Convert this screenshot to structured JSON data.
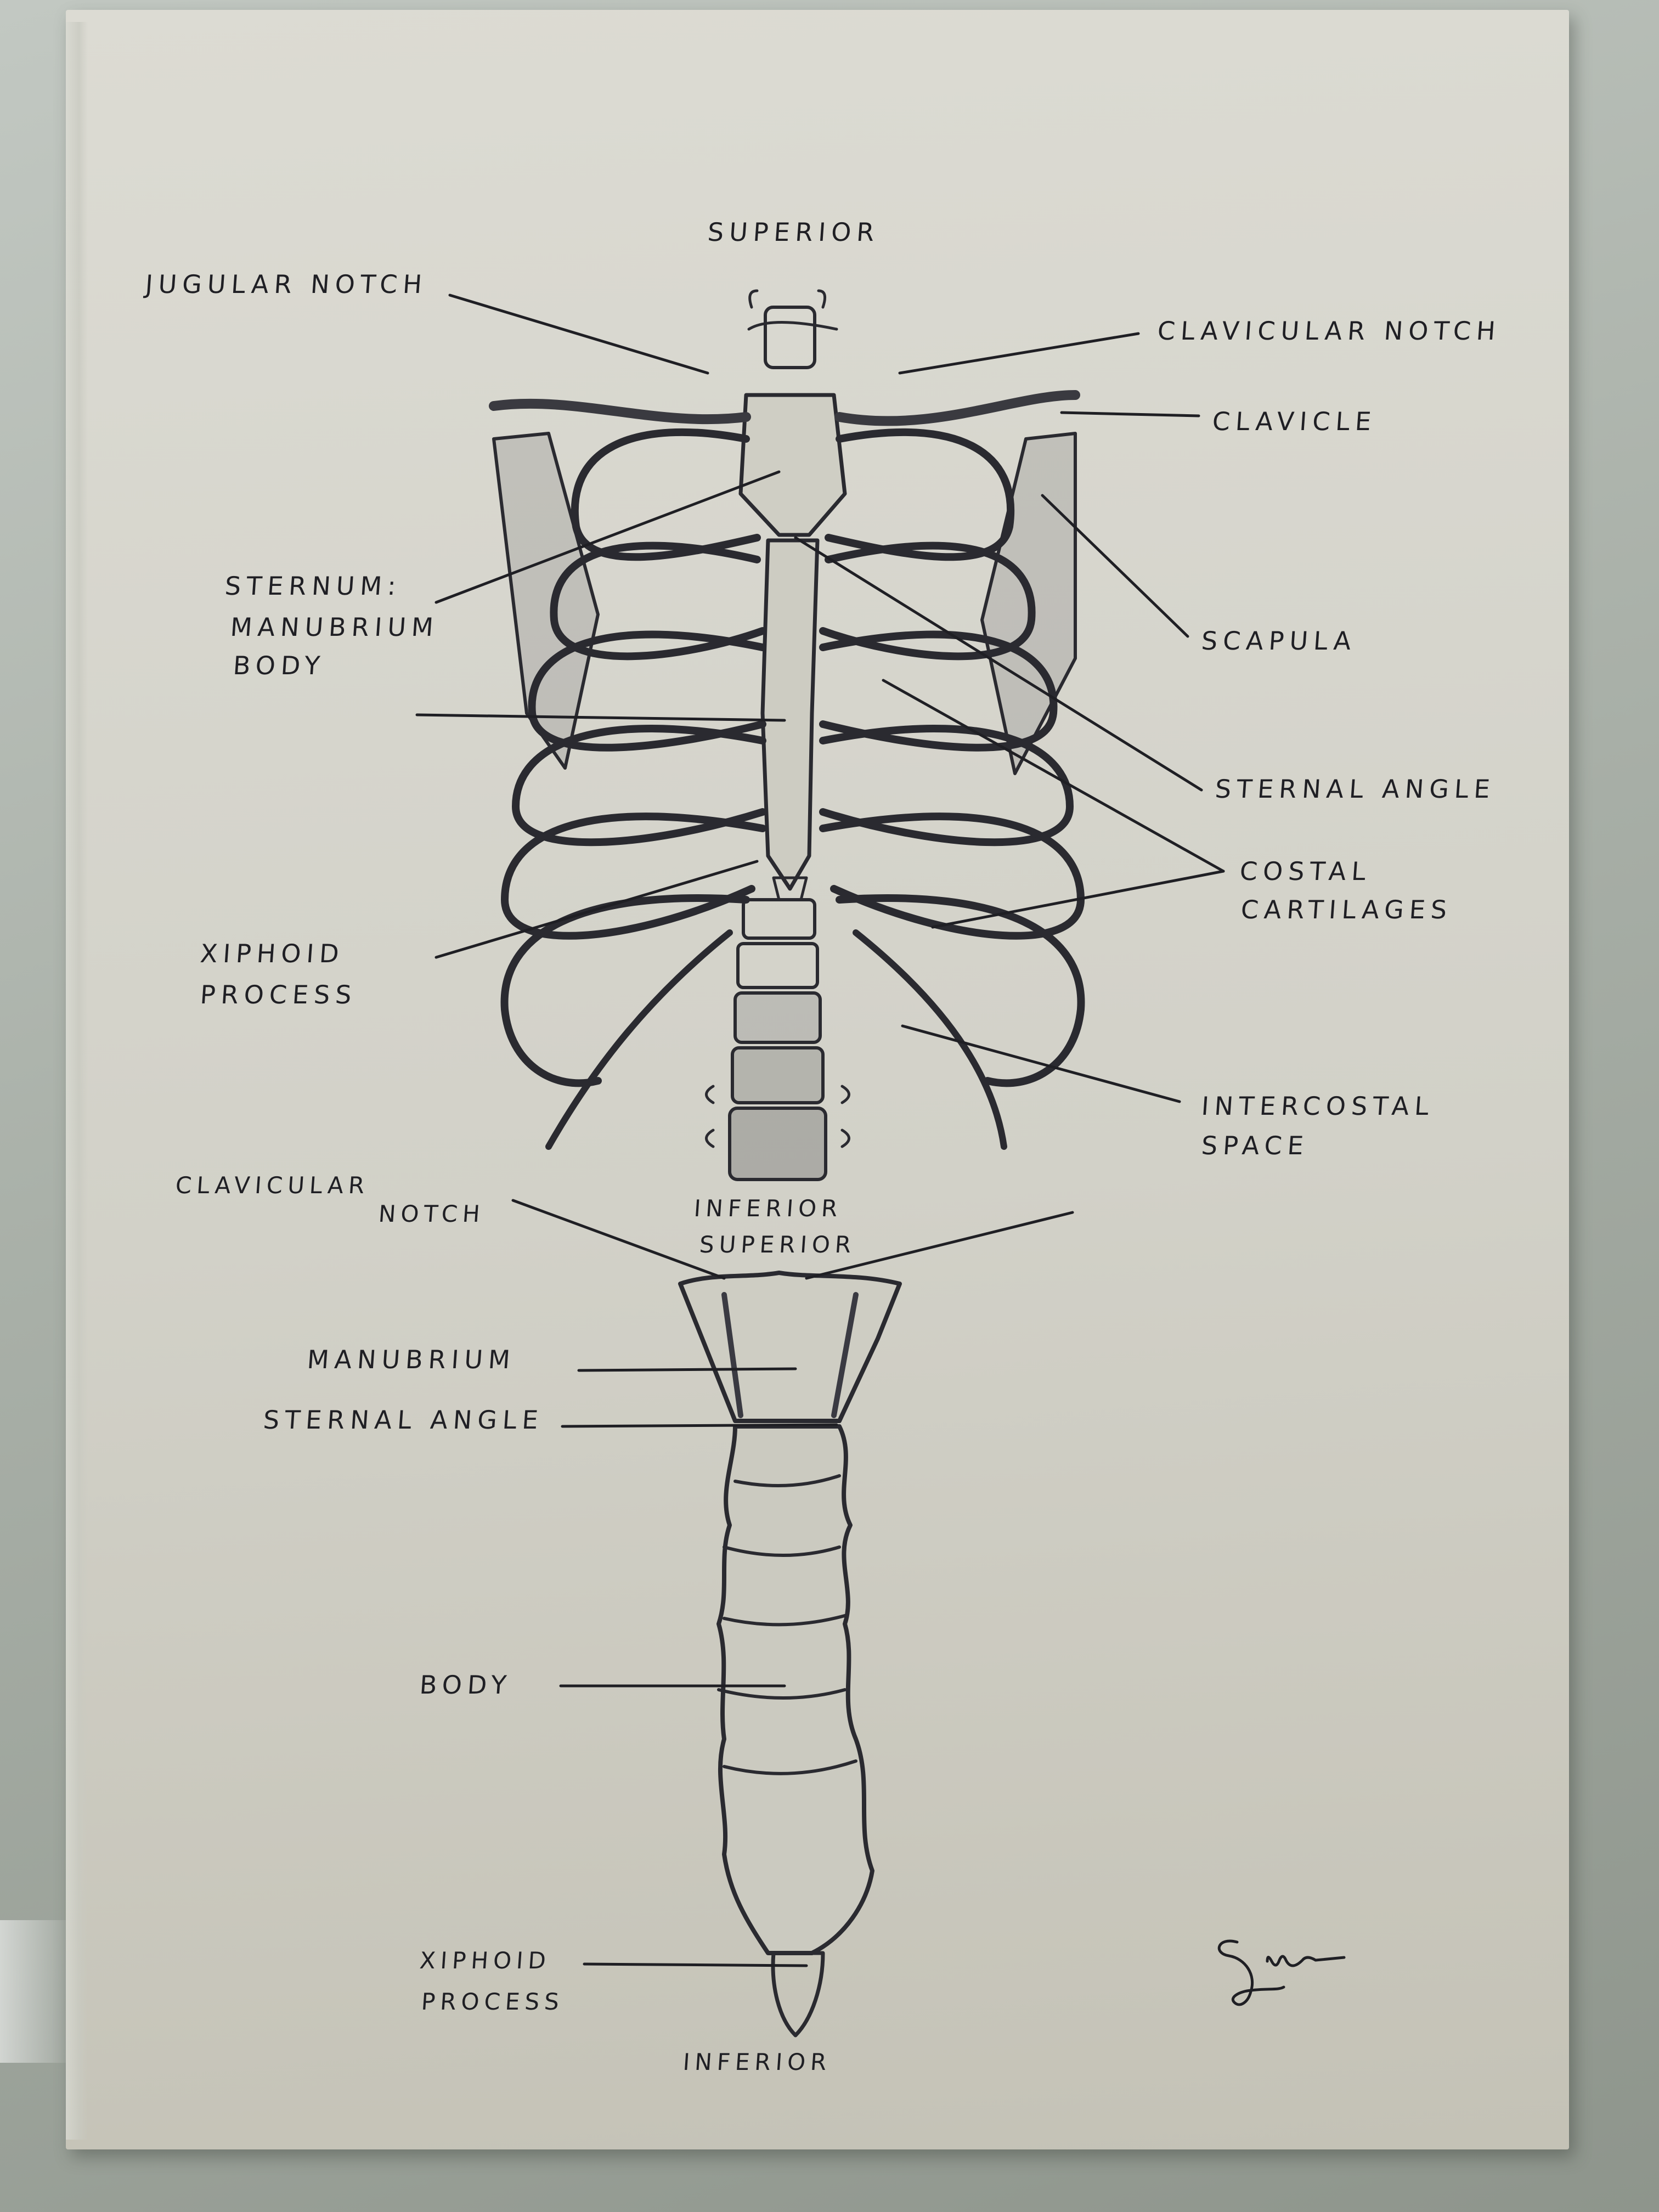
{
  "diagram": {
    "title_top": "SUPERIOR",
    "thoracic_cage": {
      "orientation_top": "SUPERIOR",
      "orientation_bottom": "INFERIOR",
      "labels": {
        "jugular_notch": "JUGULAR NOTCH",
        "clavicular_notch": "CLAVICULAR NOTCH",
        "clavicle": "CLAVICLE",
        "sternum_heading": "STERNUM:",
        "sternum_manubrium": "MANUBRIUM",
        "sternum_body": "BODY",
        "scapula": "SCAPULA",
        "sternal_angle": "STERNAL ANGLE",
        "costal_cartilages_line1": "COSTAL",
        "costal_cartilages_line2": "CARTILAGES",
        "xiphoid_process_line1": "XIPHOID",
        "xiphoid_process_line2": "PROCESS",
        "intercostal_space_line1": "INTERCOSTAL",
        "intercostal_space_line2": "SPACE"
      }
    },
    "sternum_detail": {
      "orientation_top": "SUPERIOR",
      "orientation_bottom": "INFERIOR",
      "labels": {
        "clavicular_notch_line1": "CLAVICULAR",
        "clavicular_notch_line2": "NOTCH",
        "manubrium": "MANUBRIUM",
        "sternal_angle": "STERNAL ANGLE",
        "body": "BODY",
        "xiphoid_process_line1": "XIPHOID",
        "xiphoid_process_line2": "PROCESS"
      }
    },
    "signature": "artist-signature",
    "colors": {
      "ink": "#1f1f24",
      "paper": "#d6d5cc",
      "background": "#a9b0a8"
    }
  }
}
